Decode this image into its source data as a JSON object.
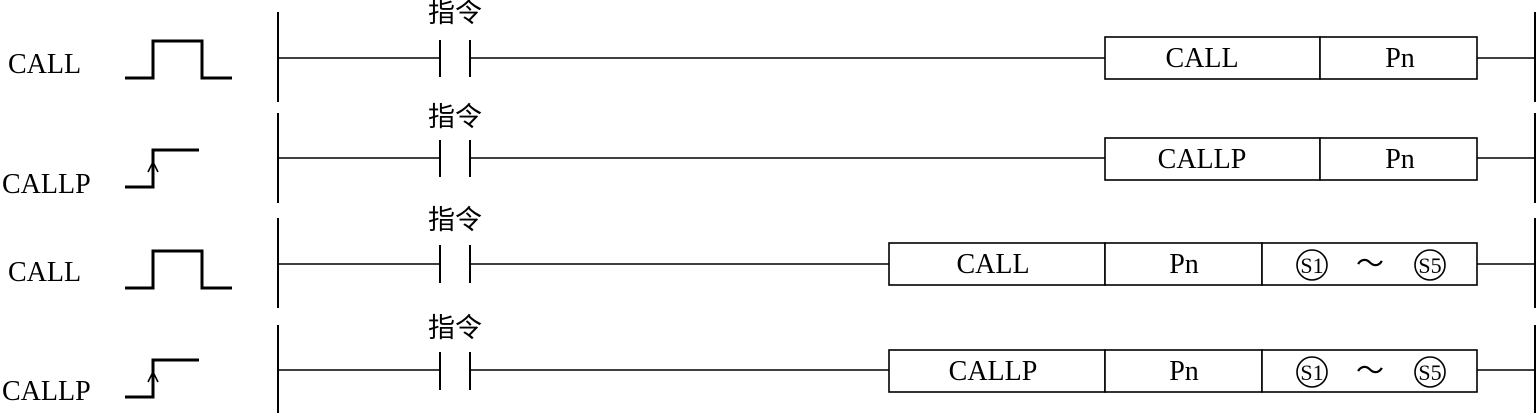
{
  "colors": {
    "line": "#000000",
    "background": "#ffffff"
  },
  "rungs": [
    {
      "label": "CALL",
      "waveform": "pulse",
      "contact_label": "指令",
      "cells": [
        {
          "text": "CALL"
        },
        {
          "text": "Pn"
        }
      ]
    },
    {
      "label": "CALLP",
      "waveform": "rising-edge",
      "contact_label": "指令",
      "cells": [
        {
          "text": "CALLP"
        },
        {
          "text": "Pn"
        }
      ]
    },
    {
      "label": "CALL",
      "waveform": "pulse",
      "contact_label": "指令",
      "cells": [
        {
          "text": "CALL"
        },
        {
          "text": "Pn"
        },
        {
          "range": {
            "from": "S1",
            "sep": "～",
            "to": "S5"
          }
        }
      ]
    },
    {
      "label": "CALLP",
      "waveform": "rising-edge",
      "contact_label": "指令",
      "cells": [
        {
          "text": "CALLP"
        },
        {
          "text": "Pn"
        },
        {
          "range": {
            "from": "S1",
            "sep": "～",
            "to": "S5"
          }
        }
      ]
    }
  ]
}
